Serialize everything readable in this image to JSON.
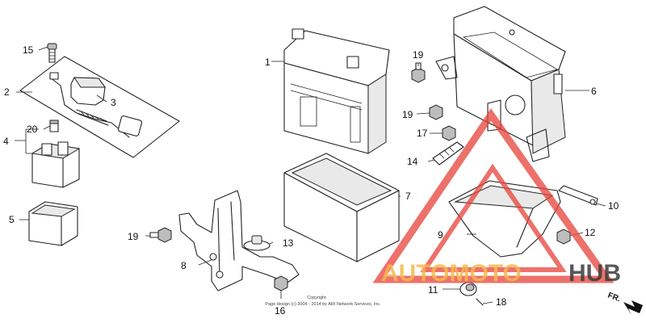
{
  "diagram": {
    "labels": {
      "p1": "1",
      "p2": "2",
      "p3": "3",
      "p4": "4",
      "p5": "5",
      "p6": "6",
      "p7": "7",
      "p8": "8",
      "p9": "9",
      "p10": "10",
      "p11": "11",
      "p12": "12",
      "p13": "13",
      "p14": "14",
      "p15": "15",
      "p16": "16",
      "p17": "17",
      "p18": "18",
      "p19a": "19",
      "p19b": "19",
      "p19c": "19",
      "p20": "20"
    },
    "copyright_line1": "Copyright",
    "copyright_line2": "Page design (c) 2004 - 2014 by ARI Network Services, Inc.",
    "front_marker": "FR.",
    "watermark_part1": "AUTOMOTO",
    "watermark_part2": "HUB"
  },
  "colors": {
    "watermark_red": "#e8423a",
    "watermark_orange": "#f6b94e",
    "watermark_dark": "#3b3b3b"
  }
}
